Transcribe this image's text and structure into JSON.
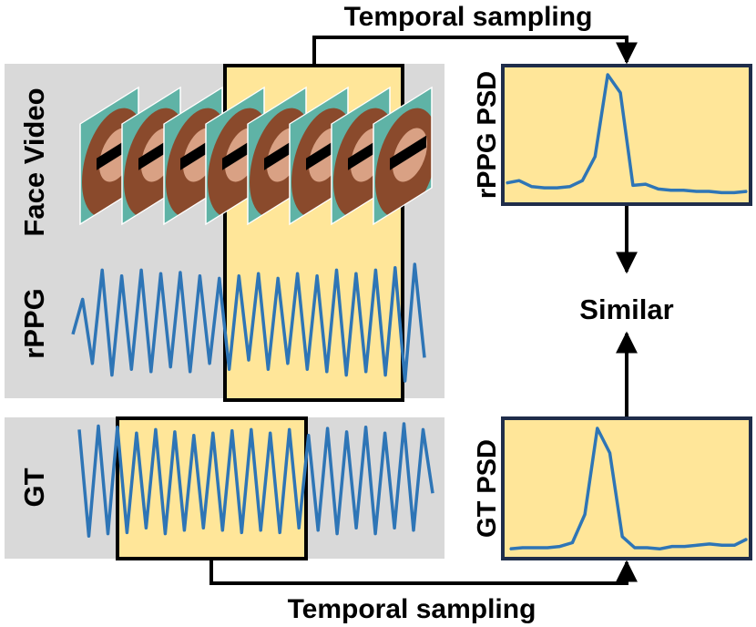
{
  "labels": {
    "top_sampling": "Temporal sampling",
    "bottom_sampling": "Temporal sampling",
    "face_video": "Face Video",
    "rppg": "rPPG",
    "gt": "GT",
    "rppg_psd": "rPPG PSD",
    "gt_psd": "GT PSD",
    "similar": "Similar"
  },
  "colors": {
    "panel_gray": "#d9d9d9",
    "highlight": "#ffe699",
    "psd_fill": "#ffe699",
    "psd_border": "#1f2d4a",
    "signal": "#2e75b6",
    "arrow": "#000000",
    "skin": "#d9a184",
    "hair": "#8a4a2c",
    "background_teal": "#5fb3a6"
  },
  "icons": {
    "face_frame": "face-frame-icon",
    "arrow_head": "arrow-head-icon"
  },
  "face_video": {
    "frame_count": 8
  },
  "signals": {
    "rppg": [
      0.4,
      0.7,
      0.15,
      0.95,
      0.05,
      0.9,
      0.1,
      0.95,
      0.08,
      0.92,
      0.12,
      0.93,
      0.08,
      0.9,
      0.15,
      0.88,
      0.1,
      0.9,
      0.18,
      0.92,
      0.1,
      0.88,
      0.15,
      0.92,
      0.1,
      0.9,
      0.08,
      0.95,
      0.05,
      0.92,
      0.08,
      0.95,
      0.05,
      0.97,
      0.0,
      1.0,
      0.2
    ],
    "gt": [
      0.95,
      0.03,
      0.98,
      0.05,
      0.97,
      0.06,
      0.92,
      0.1,
      0.95,
      0.05,
      0.93,
      0.08,
      0.9,
      0.1,
      0.92,
      0.08,
      0.94,
      0.06,
      0.95,
      0.08,
      0.92,
      0.06,
      0.95,
      0.1,
      0.9,
      0.08,
      0.96,
      0.05,
      0.93,
      0.1,
      0.97,
      0.05,
      0.92,
      0.1,
      1.0,
      0.08,
      0.95,
      0.4
    ]
  },
  "chart_data": [
    {
      "type": "line",
      "title": "rPPG PSD",
      "series": [
        {
          "values": [
            0.1,
            0.12,
            0.07,
            0.06,
            0.06,
            0.07,
            0.12,
            0.32,
            1.0,
            0.85,
            0.08,
            0.09,
            0.05,
            0.04,
            0.04,
            0.03,
            0.03,
            0.02,
            0.02,
            0.03
          ]
        }
      ]
    },
    {
      "type": "line",
      "title": "GT PSD",
      "series": [
        {
          "values": [
            0.02,
            0.03,
            0.03,
            0.03,
            0.04,
            0.07,
            0.3,
            1.0,
            0.8,
            0.12,
            0.03,
            0.03,
            0.02,
            0.04,
            0.04,
            0.05,
            0.06,
            0.05,
            0.05,
            0.1
          ]
        }
      ]
    }
  ]
}
